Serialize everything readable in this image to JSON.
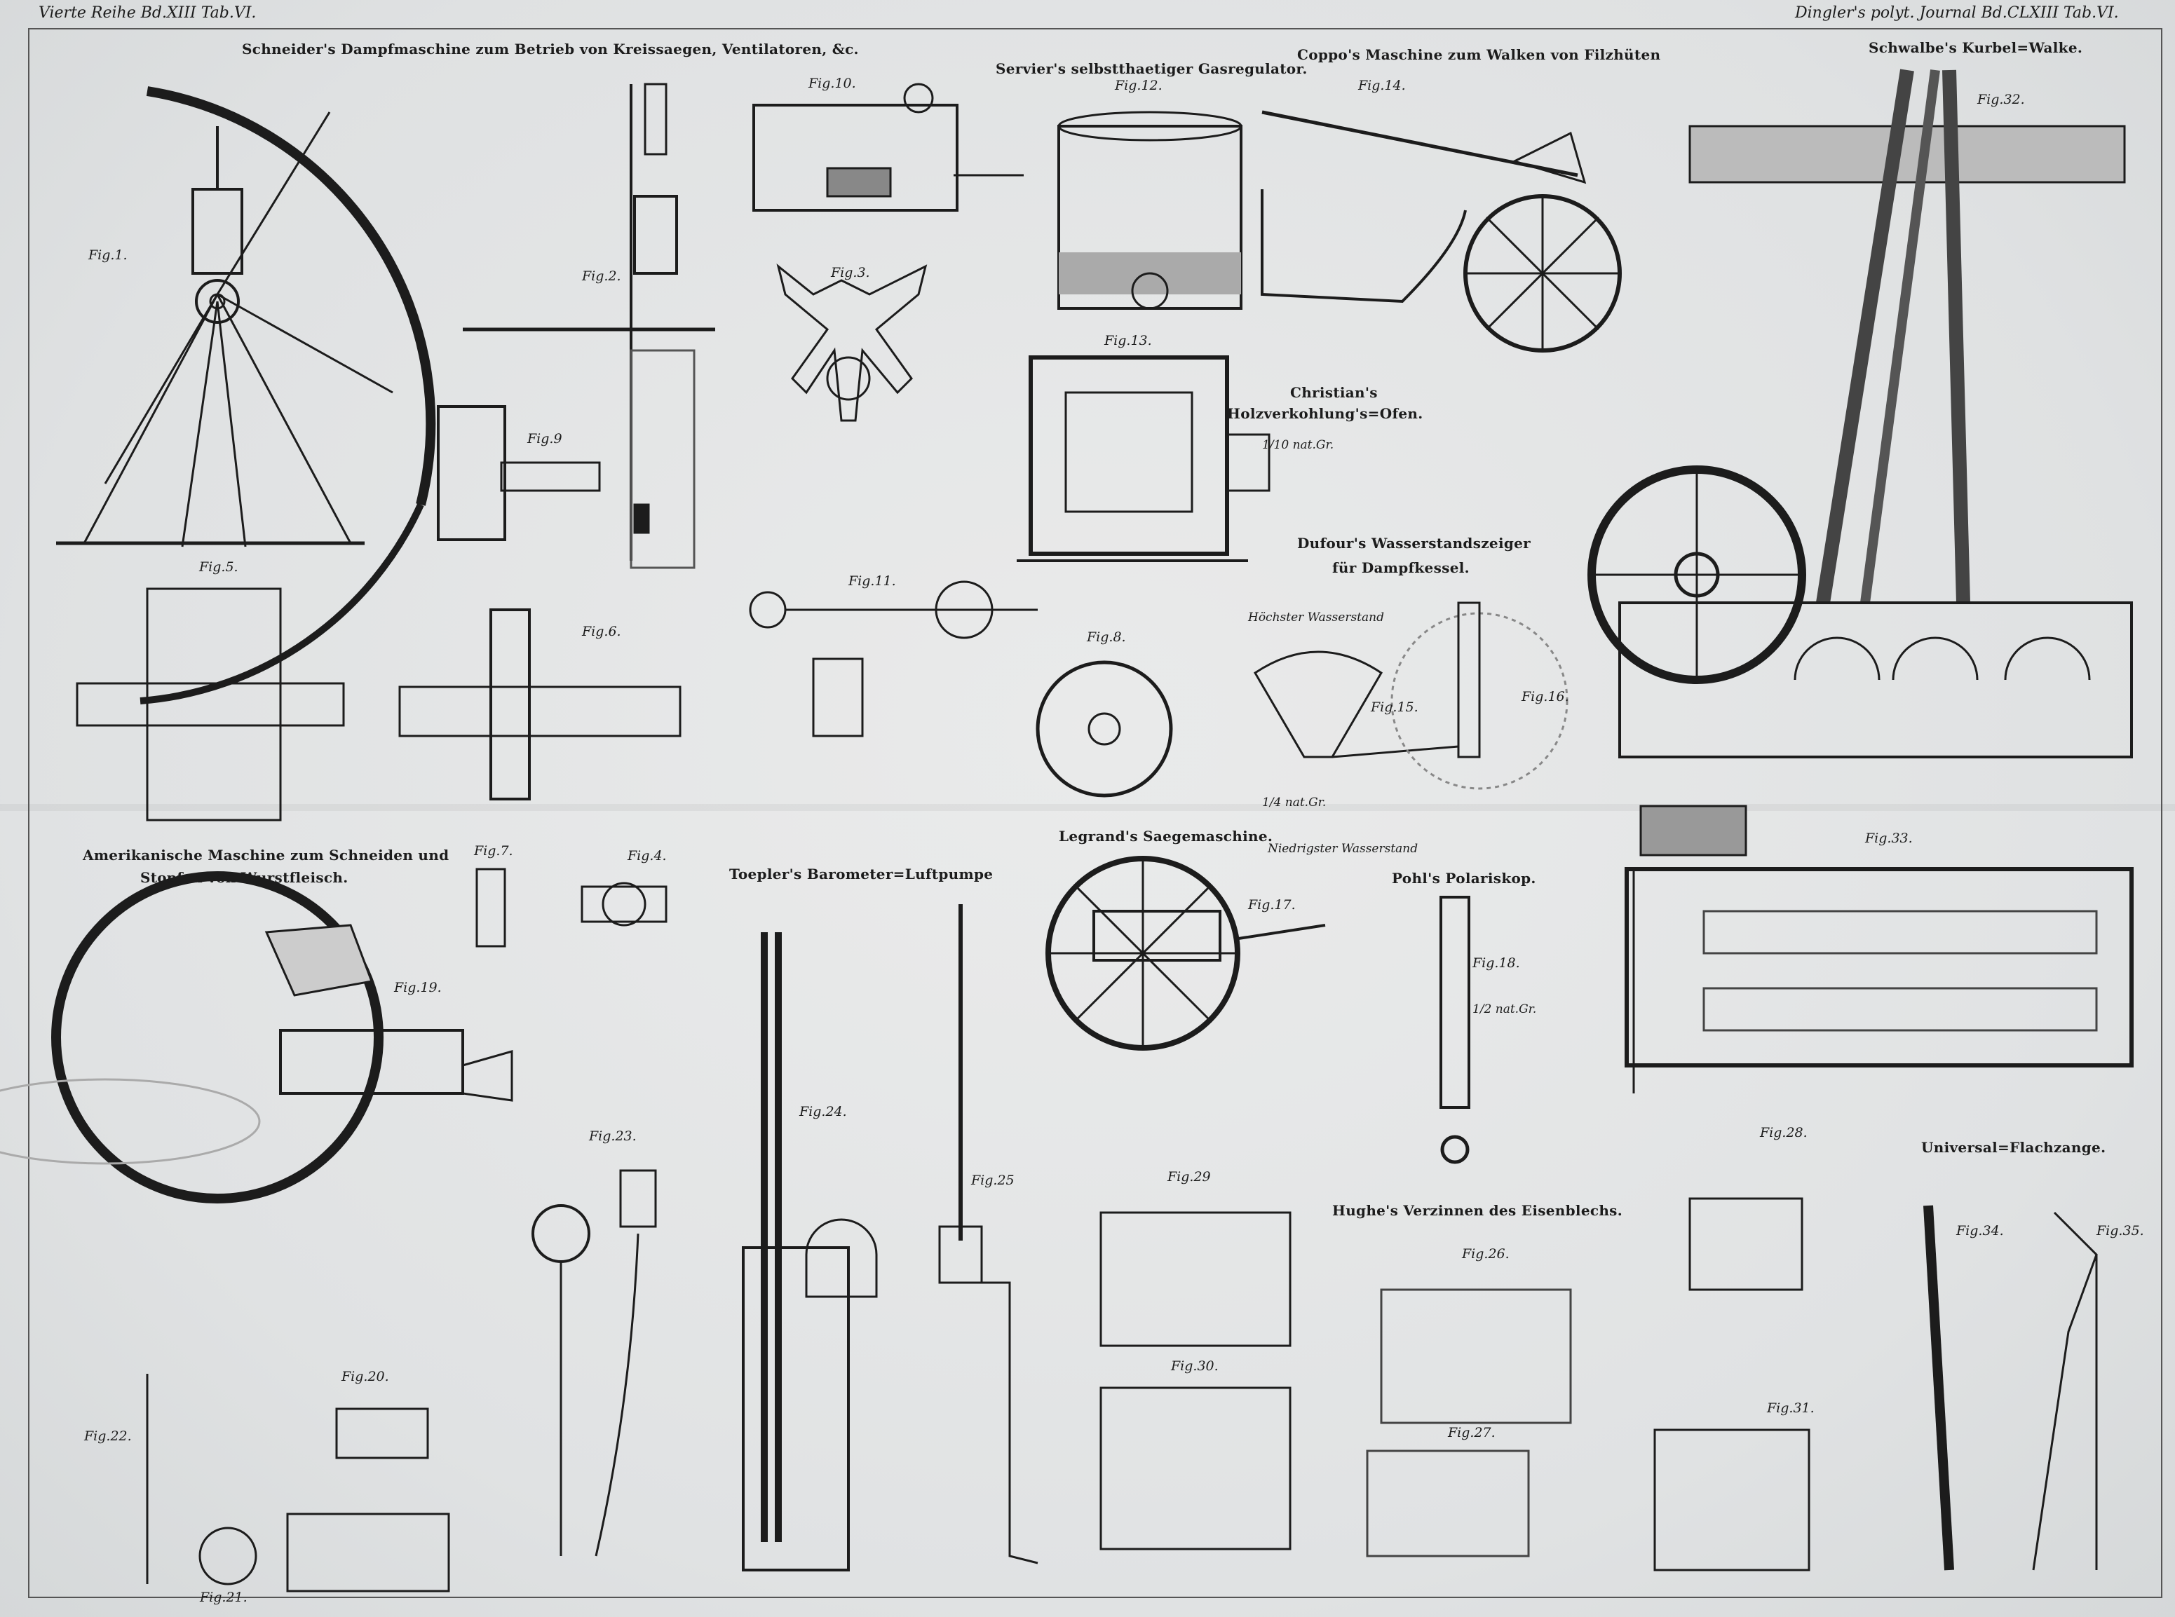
{
  "header": {
    "left": "Vierte Reihe Bd.XIII Tab.VI.",
    "right": "Dingler's polyt. Journal Bd.CLXIII Tab.VI."
  },
  "titles": {
    "schneider": "Schneider's Dampfmaschine zum Betrieb von Kreissaegen, Ventilatoren, &c.",
    "servier": "Servier's selbstthaetiger Gasregulator.",
    "coppo": "Coppo's Maschine zum Walken von Filzhüten",
    "schwalbe": "Schwalbe's Kurbel=Walke.",
    "christian_1": "Christian's",
    "christian_2": "Holzverkohlung's=Ofen.",
    "dufour_1": "Dufour's Wasserstandszeiger",
    "dufour_2": "für Dampfkessel.",
    "amerik_1": "Amerikanische Maschine zum Schneiden und",
    "amerik_2": "Stopfen von Wurstfleisch.",
    "toepler": "Toepler's Barometer=Luftpumpe",
    "legrand": "Legrand's Saegemaschine.",
    "pohl": "Pohl's Polariskop.",
    "hughe": "Hughe's Verzinnen des Eisenblechs.",
    "universal": "Universal=Flachzange."
  },
  "notes": {
    "scale_christian": "1/10 nat.Gr.",
    "scale_dufour": "1/4 nat.Gr.",
    "scale_pohl": "1/2 nat.Gr.",
    "hoechster": "Höchster Wasserstand",
    "niedrigster": "Niedrigster Wasserstand"
  },
  "figures": {
    "f1": "Fig.1.",
    "f2": "Fig.2.",
    "f3": "Fig.3.",
    "f4": "Fig.4.",
    "f5": "Fig.5.",
    "f6": "Fig.6.",
    "f7": "Fig.7.",
    "f8": "Fig.8.",
    "f9": "Fig.9",
    "f10": "Fig.10.",
    "f11": "Fig.11.",
    "f12": "Fig.12.",
    "f13": "Fig.13.",
    "f14": "Fig.14.",
    "f15": "Fig.15.",
    "f16": "Fig.16.",
    "f17": "Fig.17.",
    "f18": "Fig.18.",
    "f19": "Fig.19.",
    "f20": "Fig.20.",
    "f21": "Fig.21.",
    "f22": "Fig.22.",
    "f23": "Fig.23.",
    "f24": "Fig.24.",
    "f25": "Fig.25",
    "f26": "Fig.26.",
    "f27": "Fig.27.",
    "f28": "Fig.28.",
    "f29": "Fig.29",
    "f30": "Fig.30.",
    "f31": "Fig.31.",
    "f32": "Fig.32.",
    "f33": "Fig.33.",
    "f34": "Fig.34.",
    "f35": "Fig.35."
  },
  "colors": {
    "ink": "#1c1c1c",
    "paper": "#eceeef",
    "shade": "#8a8a8a"
  }
}
